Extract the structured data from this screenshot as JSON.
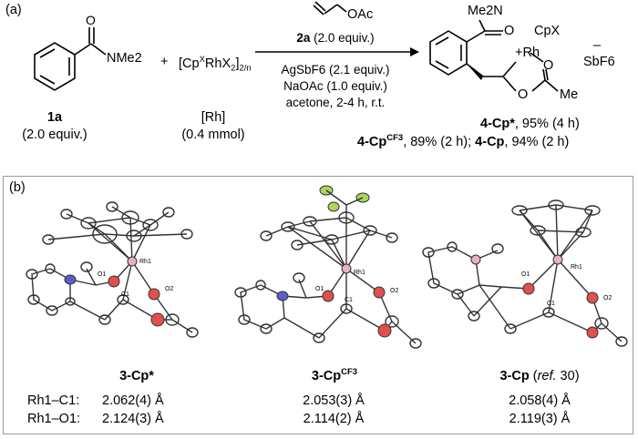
{
  "panel_a": {
    "label": "(a)",
    "benzamide": {
      "group": "NMe2",
      "id": "1a",
      "amount": "(2.0 equiv.)"
    },
    "plus": "+",
    "catalyst": {
      "formula_main": "[Cp",
      "formula_sup": "X",
      "formula_rest": "RhX",
      "formula_sub2": "2",
      "formula_close": "]",
      "formula_sub": "2/n",
      "tag": "[Rh]",
      "amount": "(0.4 mmol)"
    },
    "reagent": {
      "group": "OAc"
    },
    "conditions": {
      "line1_id": "2a",
      "line1_rest": " (2.0 equiv.)",
      "line2": "AgSbF6 (2.1 equiv.)",
      "line3": "NaOAc (1.0 equiv.)",
      "line4": "acetone, 2-4 h, r.t."
    },
    "product": {
      "amide": "Me2N",
      "cp": "CpX",
      "rh": "Rh",
      "plus": "+",
      "minus": "–",
      "o1": "O",
      "o2": "O",
      "o3": "O",
      "me": "Me",
      "counterion": "SbF6",
      "result1_id": "4-Cp*",
      "result1_rest": ", 95% (4 h)",
      "result2_id": "4-Cp",
      "result2_sup": "CF3",
      "result2_rest": ", 89% (2 h); ",
      "result3_id": "4-Cp",
      "result3_rest": ", 94% (2 h)"
    }
  },
  "panel_b": {
    "label": "(b)",
    "structures": [
      {
        "name": "3-Cp*",
        "name_sup": "",
        "ref": "",
        "atoms": {
          "rh": "Rh1",
          "o1": "O1",
          "o2": "O2",
          "c1": "C1"
        }
      },
      {
        "name": "3-Cp",
        "name_sup": "CF3",
        "ref": "",
        "atoms": {
          "rh": "Rh1",
          "o1": "O1",
          "o2": "O2",
          "c1": "C1"
        }
      },
      {
        "name": "3-Cp",
        "name_sup": "",
        "ref": "ref.",
        "ref_num": " 30",
        "atoms": {
          "rh": "Rh1",
          "o1": "O1",
          "o2": "O2",
          "c1": "C1"
        }
      }
    ],
    "bonds": {
      "labels": [
        "Rh1–C1:",
        "Rh1–O1:"
      ],
      "values": [
        [
          "2.062(4) Å",
          "2.124(3) Å"
        ],
        [
          "2.053(3) Å",
          "2.114(2) Å"
        ],
        [
          "2.058(4) Å",
          "2.119(3) Å"
        ]
      ]
    }
  },
  "colors": {
    "oxygen": "#e05050",
    "nitrogen": "#5b5bd6",
    "fluorine": "#a9d65b",
    "rhodium": "#e8b0c8",
    "frame": "#9a9a9a"
  }
}
